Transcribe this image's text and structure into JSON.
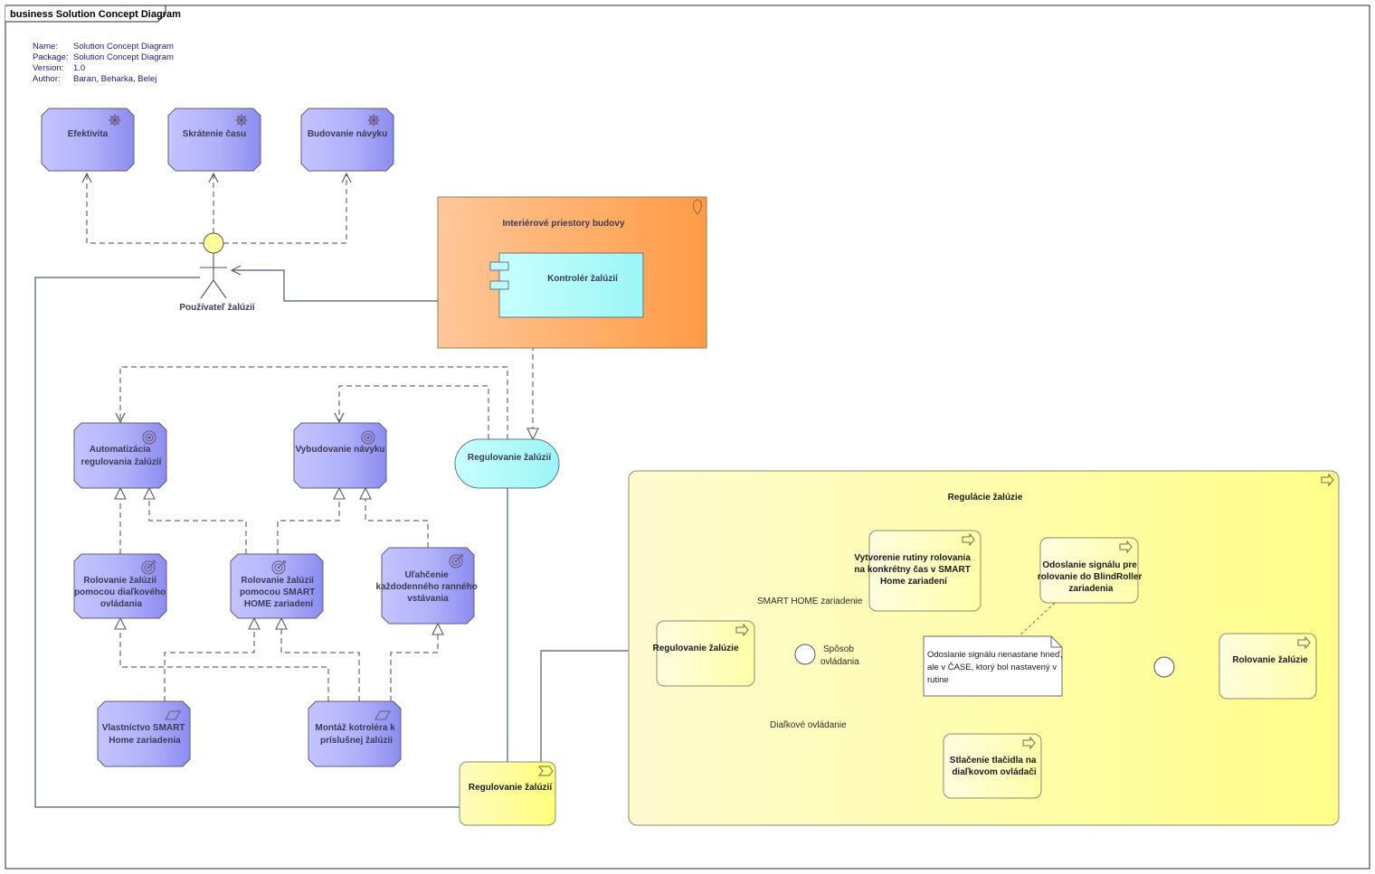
{
  "frame": {
    "title": "business Solution Concept Diagram"
  },
  "meta": [
    {
      "key": "Name:",
      "value": "Solution Concept Diagram"
    },
    {
      "key": "Package:",
      "value": "Solution Concept Diagram"
    },
    {
      "key": "Version:",
      "value": "1.0"
    },
    {
      "key": "Author:",
      "value": "Baran, Beharka, Belej"
    }
  ],
  "drivers": [
    "Efektivita",
    "Skrátenie času",
    "Budovanie návyku"
  ],
  "actor": {
    "label": "Používateľ žalúzií"
  },
  "location": {
    "label": "Interiérové priestory budovy"
  },
  "component": {
    "label": "Kontrolér žalúzií"
  },
  "service": {
    "label": "Regulovanie žalúzií"
  },
  "outcomes": [
    {
      "lines": [
        "Automatizácia",
        "regulovania žalúzií"
      ]
    },
    {
      "lines": [
        "Vybudovanie návyku"
      ]
    }
  ],
  "goals": [
    {
      "lines": [
        "Rolovanie žalúzií",
        "pomocou diaľkového",
        "ovládania"
      ]
    },
    {
      "lines": [
        "Rolovanie žalúzií",
        "pomocou SMART",
        "HOME zariadení"
      ]
    },
    {
      "lines": [
        "Uľahčenie",
        "každodenného ranného",
        "vstávania"
      ]
    }
  ],
  "requirements": [
    {
      "lines": [
        "Vlastníctvo SMART",
        "Home zariadenia"
      ]
    },
    {
      "lines": [
        "Montáž kotroléra k",
        "príslušnej žalúzii"
      ]
    }
  ],
  "function": {
    "label": "Regulovanie žalúzií"
  },
  "process_group": {
    "label": "Regulácie žalúzie",
    "steps": [
      {
        "id": "start",
        "lines": [
          "Regulovanie žalúzie"
        ]
      },
      {
        "id": "routine",
        "lines": [
          "Vytvorenie rutiny rolovania",
          "na konkrétny čas v SMART",
          "Home zariadení"
        ]
      },
      {
        "id": "signal",
        "lines": [
          "Odoslanie signálu pre",
          "rolovanie do BlindRoller",
          "zariadenia"
        ]
      },
      {
        "id": "button",
        "lines": [
          "Stlačenie tlačidla na",
          "diaľkovom ovládači"
        ]
      },
      {
        "id": "end",
        "lines": [
          "Rolovanie žalúzie"
        ]
      }
    ],
    "junction_label": [
      "Spôsob",
      "ovládania"
    ],
    "edge_smart": "SMART HOME zariadenie",
    "edge_remote": "Diaľkové ovládanie",
    "note": [
      "Odoslanie signálu nenastane hneď,",
      "ale v ČASE, ktorý bol nastavený v",
      "rutine"
    ]
  },
  "colors": {
    "motivation": "#b3b3ff",
    "location": "#ffb27a",
    "application": "#b5ffff",
    "business": "#ffffb5",
    "frame": "#2a2a2a"
  },
  "icons": [
    "steering-wheel-icon",
    "target-icon",
    "outcome-icon",
    "requirement-icon",
    "location-pin-icon",
    "process-arrow-icon",
    "function-icon",
    "component-icon"
  ]
}
